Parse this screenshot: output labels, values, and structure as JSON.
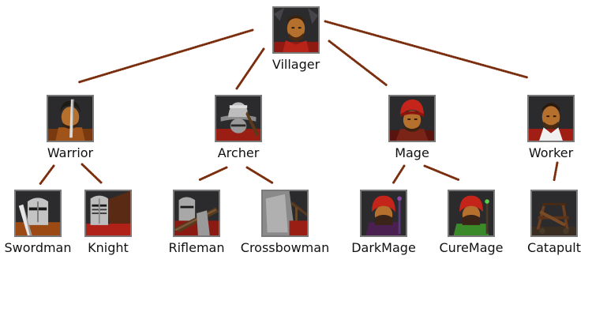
{
  "units": {
    "villager": {
      "label": "Villager",
      "icon": "villager-portrait-icon"
    },
    "warrior": {
      "label": "Warrior",
      "icon": "warrior-portrait-icon"
    },
    "archer": {
      "label": "Archer",
      "icon": "archer-portrait-icon"
    },
    "mage": {
      "label": "Mage",
      "icon": "mage-portrait-icon"
    },
    "worker": {
      "label": "Worker",
      "icon": "worker-portrait-icon"
    },
    "swordman": {
      "label": "Swordman",
      "icon": "swordman-portrait-icon"
    },
    "knight": {
      "label": "Knight",
      "icon": "knight-portrait-icon"
    },
    "rifleman": {
      "label": "Rifleman",
      "icon": "rifleman-portrait-icon"
    },
    "crossbowman": {
      "label": "Crossbowman",
      "icon": "crossbowman-portrait-icon"
    },
    "darkmage": {
      "label": "DarkMage",
      "icon": "darkmage-portrait-icon"
    },
    "curemage": {
      "label": "CureMage",
      "icon": "curemage-portrait-icon"
    },
    "catapult": {
      "label": "Catapult",
      "icon": "catapult-portrait-icon"
    }
  },
  "colors": {
    "connector": "#7a2e0e",
    "portrait_border": "#7a7a7a",
    "skin": "#b5702e",
    "red_cloth": "#b82418",
    "label_text": "#111111"
  }
}
